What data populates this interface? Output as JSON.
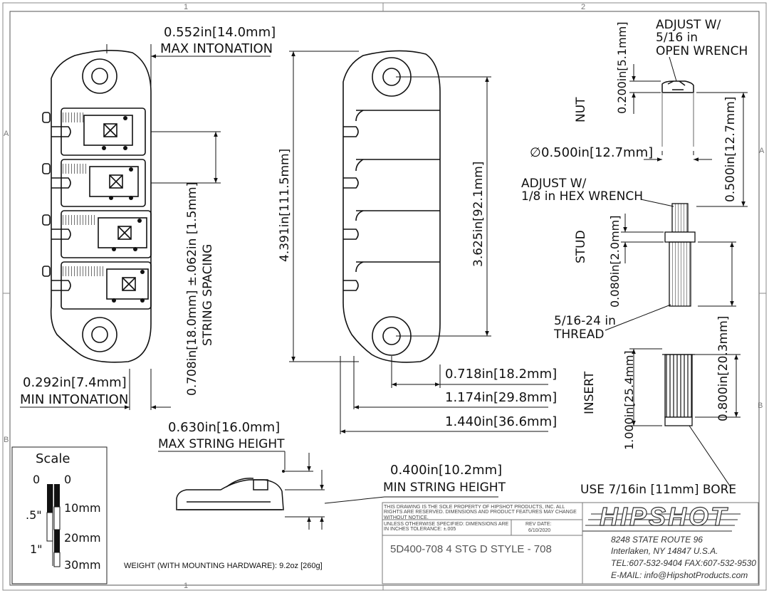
{
  "frame": {
    "zones_top": [
      "1",
      "2"
    ],
    "zones_side": [
      "A",
      "B"
    ],
    "zones_bottom": [
      "1"
    ]
  },
  "left_view": {
    "max_intonation_dim": "0.552in[14.0mm]",
    "max_intonation_label": "MAX INTONATION",
    "min_intonation_dim": "0.292in[7.4mm]",
    "min_intonation_label": "MIN INTONATION",
    "string_spacing_dim": "0.708in[18.0mm] ±.062in [1.5mm]",
    "string_spacing_label": "STRING SPACING"
  },
  "center_view": {
    "length_dim": "4.391in[111.5mm]",
    "hole_spacing_dim": "3.625in[92.1mm]",
    "dim_1": "0.718in[18.2mm]",
    "dim_2": "1.174in[29.8mm]",
    "dim_3": "1.440in[36.6mm]"
  },
  "side_view": {
    "max_height_dim": "0.630in[16.0mm]",
    "max_height_label": "MAX STRING HEIGHT",
    "min_height_dim": "0.400in[10.2mm]",
    "min_height_label": "MIN STRING HEIGHT"
  },
  "hardware": {
    "nut_label": "NUT",
    "nut_height_dim": "0.200in[5.1mm]",
    "nut_adjust": [
      "ADJUST W/",
      "5/16 in",
      "OPEN WRENCH"
    ],
    "nut_dia_dim": "0.500in[12.7mm]",
    "nut_dia_symbol": "∅",
    "nut_width_dim": "0.500in[12.7mm]",
    "stud_adjust": [
      "ADJUST W/",
      "1/8 in HEX WRENCH"
    ],
    "stud_label": "STUD",
    "stud_dim": "0.080in[2.0mm]",
    "thread": [
      "5/16-24 in",
      "THREAD"
    ],
    "insert_label": "INSERT",
    "insert_len_dim": "1.000in[25.4mm]",
    "insert_dia_dim": "0.800in[20.3mm]",
    "bore_note": "USE 7/16in [11mm] BORE"
  },
  "scale": {
    "title": "Scale",
    "inch_labels": [
      "0",
      ".5\"",
      "1\""
    ],
    "mm_labels": [
      "0",
      "10mm",
      "20mm",
      "30mm"
    ]
  },
  "weight_note": "WEIGHT (WITH MOUNTING HARDWARE): 9.2oz [260g]",
  "title_block": {
    "property_note": "THIS DRAWING IS THE SOLE PROPERTY OF HIPSHOT PRODUCTS, INC. ALL RIGHTS ARE RESERVED. DIMENSIONS AND PRODUCT FEATURES MAY CHANGE WITHOUT NOTICE.",
    "tolerance_note": "UNLESS OTHERWISE SPECIFIED: DIMENSIONS ARE IN INCHES TOLERANCE: ±.005",
    "rev_label": "REV DATE:",
    "rev_date": "6/10/2020",
    "part_name": "5D400-708 4 STG D STYLE - 708",
    "brand": "HIPSHOT",
    "address": [
      "8248 STATE ROUTE 96",
      "Interlaken, NY 14847 U.S.A.",
      "TEL:607-532-9404 FAX:607-532-9530",
      "E-MAIL: info@HipshotProducts.com"
    ]
  }
}
